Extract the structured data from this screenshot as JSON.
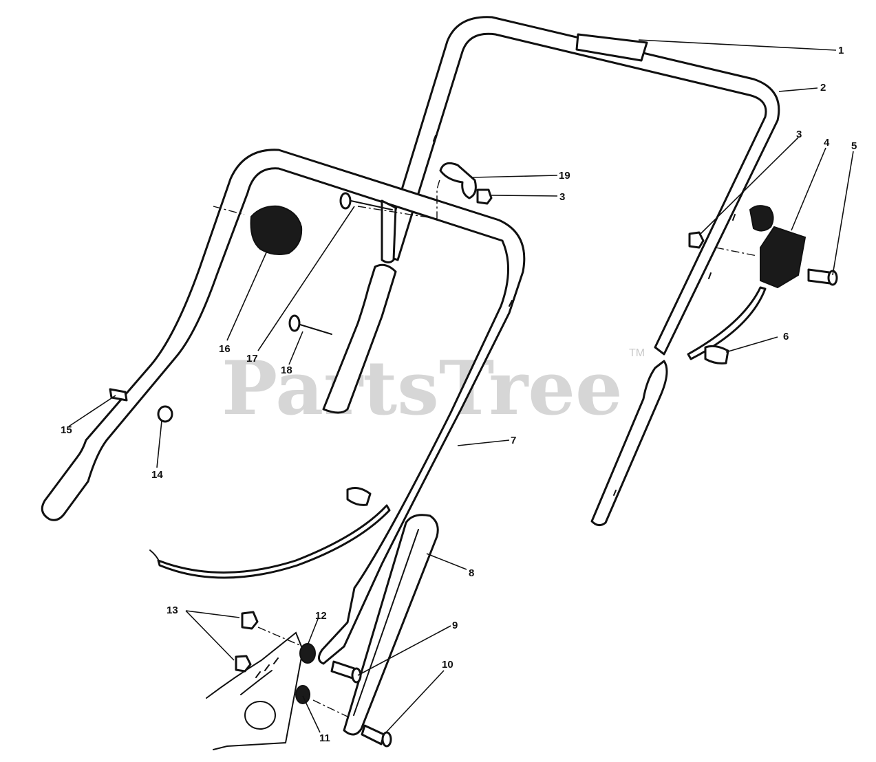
{
  "watermark": {
    "text": "PartsTree",
    "trademark": "TM"
  },
  "callouts": {
    "c1": "1",
    "c2": "2",
    "c3a": "3",
    "c3b": "3",
    "c4": "4",
    "c5": "5",
    "c6": "6",
    "c7": "7",
    "c8": "8",
    "c9": "9",
    "c10": "10",
    "c11": "11",
    "c12": "12",
    "c13": "13",
    "c14": "14",
    "c15": "15",
    "c16": "16",
    "c17": "17",
    "c18": "18",
    "c19": "19"
  },
  "colors": {
    "line": "#111111",
    "watermark": "#c9c9c9",
    "background": "#ffffff"
  }
}
